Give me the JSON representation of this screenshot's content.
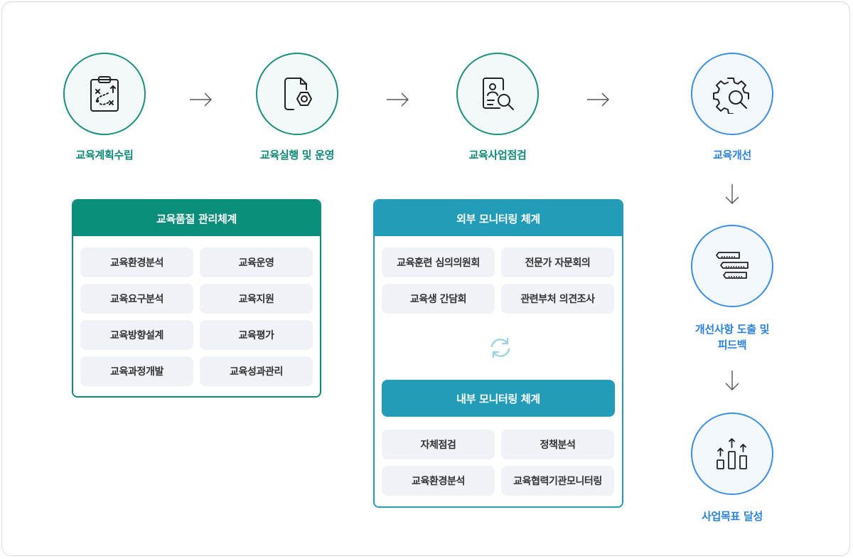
{
  "colors": {
    "green": "#0a8d7a",
    "teal": "#229cb8",
    "blue": "#2a82dc",
    "cell_bg": "#eff2f6",
    "border": "#d3dbe8"
  },
  "steps": [
    {
      "label": "교육계획수립",
      "icon": "clipboard-strategy-icon"
    },
    {
      "label": "교육실행 및 운영",
      "icon": "document-gear-icon"
    },
    {
      "label": "교육사업점검",
      "icon": "profile-search-icon"
    },
    {
      "label": "교육개선",
      "icon": "gear-search-icon"
    }
  ],
  "vertical_steps": [
    {
      "label_line1": "개선사항 도출 및",
      "label_line2": "피드백",
      "icon": "feedback-list-icon"
    },
    {
      "label": "사업목표 달성",
      "icon": "growth-bars-icon"
    }
  ],
  "quality_panel": {
    "title": "교육품질 관리체계",
    "items": [
      "교육환경분석",
      "교육운영",
      "교육요구분석",
      "교육지원",
      "교육방향설계",
      "교육평가",
      "교육과정개발",
      "교육성과관리"
    ]
  },
  "monitoring_panel": {
    "external_title": "외부 모니터링 체계",
    "external_items": [
      "교육훈련 심의의원회",
      "전문가 자문회의",
      "교육생 간담회",
      "관련부처 의견조사"
    ],
    "cycle_icon": "refresh-cycle-icon",
    "internal_title": "내부 모니터링 체계",
    "internal_items": [
      "자체점검",
      "정책분석",
      "교육환경분석",
      "교육협력기관모니터링"
    ]
  }
}
